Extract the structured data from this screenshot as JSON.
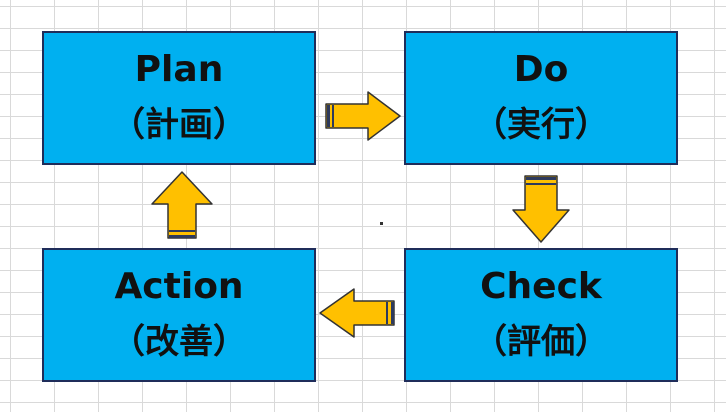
{
  "diagram": {
    "plan": {
      "en": "Plan",
      "ja": "（計画）"
    },
    "do": {
      "en": "Do",
      "ja": "（実行）"
    },
    "check": {
      "en": "Check",
      "ja": "（評価）"
    },
    "action": {
      "en": "Action",
      "ja": "（改善）"
    }
  },
  "colors": {
    "box_fill": "#00b0f0",
    "box_border": "#1f2d5a",
    "arrow_fill": "#ffc000",
    "arrow_stripe": "#2e3a5c"
  }
}
